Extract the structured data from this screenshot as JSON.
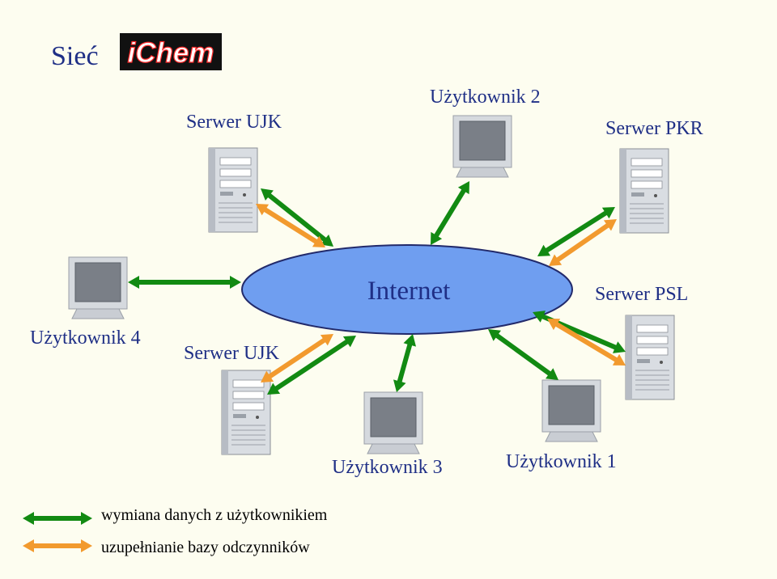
{
  "title": "Sieć",
  "logo": {
    "text": "iChem"
  },
  "cloud": {
    "label": "Internet"
  },
  "nodes": {
    "serwer_ujk_top": {
      "label": "Serwer UJK",
      "kind": "server"
    },
    "uzytkownik_2": {
      "label": "Użytkownik 2",
      "kind": "monitor"
    },
    "serwer_pkr": {
      "label": "Serwer PKR",
      "kind": "server"
    },
    "uzytkownik_4": {
      "label": "Użytkownik 4",
      "kind": "monitor"
    },
    "serwer_ujk_bottom": {
      "label": "Serwer UJK",
      "kind": "server"
    },
    "serwer_psl": {
      "label": "Serwer PSL",
      "kind": "server"
    },
    "uzytkownik_3": {
      "label": "Użytkownik 3",
      "kind": "monitor"
    },
    "uzytkownik_1": {
      "label": "Użytkownik 1",
      "kind": "monitor"
    }
  },
  "legend": {
    "exchange": "wymiana danych z użytkownikiem",
    "update": "uzupełnianie bazy odczynników"
  },
  "colors": {
    "exchange": "#128a12",
    "update": "#f29a2e",
    "cloud": "#6f9ef0",
    "text": "#1f2f86",
    "background": "#fdfdf0"
  }
}
